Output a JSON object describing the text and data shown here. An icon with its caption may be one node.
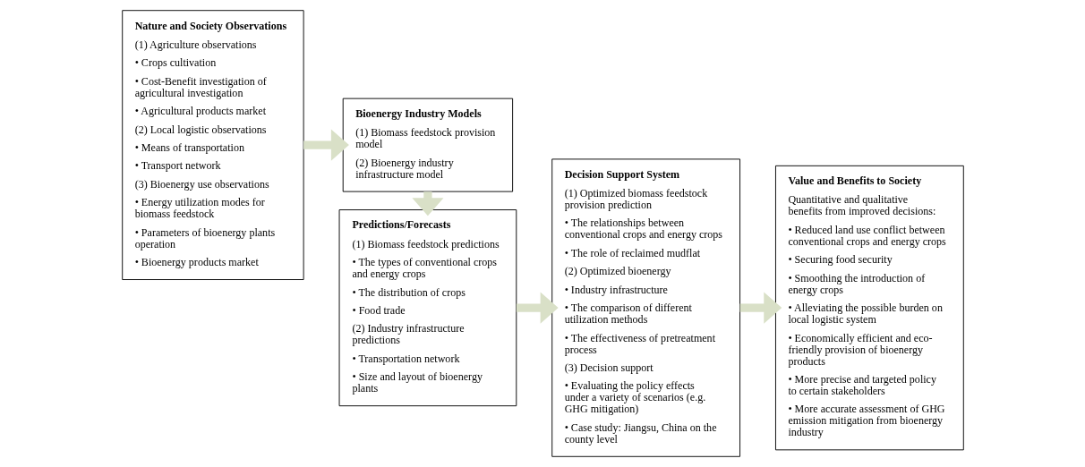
{
  "diagram": {
    "nodes": [
      {
        "text": [
          "Nature and Society Observations",
          "(1) Agriculture observations",
          "• Crops cultivation",
          "• Cost-Benefit investigation of agricultural investigation",
          "• Agricultural products market",
          "(2) Local logistic observations",
          "• Means of transportation",
          "• Transport network",
          "(3) Bioenergy use observations",
          "• Energy utilization modes for biomass feedstock",
          "• Parameters of bioenergy plants operation",
          "• Bioenergy products market"
        ]
      },
      {
        "text": [
          "Bioenergy Industry Models",
          "(1) Biomass feedstock provision model",
          "(2) Bioenergy industry infrastructure model"
        ]
      },
      {
        "text": [
          "Predictions/Forecasts",
          "(1) Biomass feedstock predictions",
          "• The types of conventional crops and energy crops",
          "• The distribution of crops",
          "• Food trade",
          "(2) Industry infrastructure predictions",
          "• Transportation network",
          "• Size and layout of bioenergy plants"
        ]
      },
      {
        "text": [
          "Decision Support System",
          "(1) Optimized biomass feedstock provision prediction",
          "• The relationships between conventional crops and energy crops",
          "• The role of reclaimed mudflat",
          "(2) Optimized bioenergy",
          "• Industry infrastructure",
          "• The comparison of different utilization methods",
          "• The effectiveness of pretreatment process",
          "(3) Decision support",
          "• Evaluating the policy effects under a variety of scenarios (e.g. GHG mitigation)",
          "• Case study: Jiangsu, China on the county level"
        ]
      },
      {
        "text": [
          "Value and Benefits to Society",
          "Quantitative and qualitative benefits from improved decisions:",
          "• Reduced land use conflict between conventional crops and energy crops",
          "• Securing food security",
          "• Smoothing the introduction of energy crops",
          "• Alleviating the possible burden on local logistic system",
          "• Economically efficient and eco-friendly provision of bioenergy products",
          "• More precise and targeted policy to certain stakeholders",
          "• More accurate assessment of GHG emission mitigation from bioenergy industry"
        ]
      }
    ],
    "edges": [
      {
        "from": 0,
        "to": 1,
        "arrow": "to"
      },
      {
        "from": 1,
        "to": 2,
        "arrow": "to"
      },
      {
        "from": 2,
        "to": 3,
        "arrow": "to"
      },
      {
        "from": 3,
        "to": 4,
        "arrow": "to"
      }
    ]
  }
}
